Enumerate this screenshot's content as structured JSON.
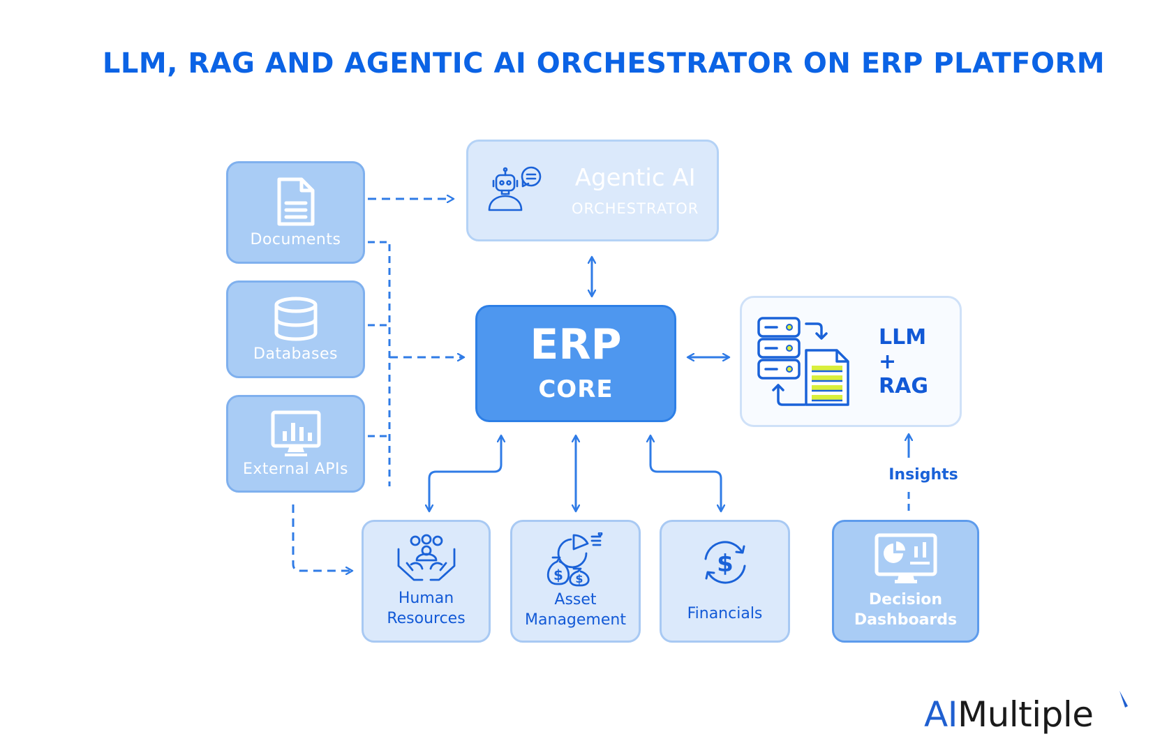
{
  "title": "LLM, RAG AND AGENTIC AI ORCHESTRATOR ON ERP PLATFORM",
  "sources": {
    "documents": "Documents",
    "databases": "Databases",
    "external_apis": "External APIs"
  },
  "orchestrator": {
    "title": "Agentic AI",
    "subtitle": "ORCHESTRATOR"
  },
  "core": {
    "title": "ERP",
    "subtitle": "CORE"
  },
  "llm_rag": {
    "line1": "LLM",
    "line2": "+",
    "line3": "RAG"
  },
  "modules": {
    "hr": {
      "line1": "Human",
      "line2": "Resources"
    },
    "asset": {
      "line1": "Asset",
      "line2": "Management"
    },
    "financials": "Financials"
  },
  "dashboards": {
    "line1": "Decision",
    "line2": "Dashboards"
  },
  "insights": "Insights",
  "logo": {
    "part1": "AI",
    "part2": "Multiple"
  },
  "colors": {
    "primary_blue": "#0b63e5",
    "core_blue": "#4e97ef",
    "source_blue": "#a9ccf5",
    "module_blue": "#dbe9fb",
    "accent_yellow": "#d9ef3c"
  },
  "icons": {
    "documents": "document-icon",
    "databases": "database-icon",
    "external_apis": "monitor-chart-icon",
    "orchestrator": "robot-chat-icon",
    "llm_rag": "server-document-icon",
    "hr": "people-hands-icon",
    "asset": "money-bags-chart-icon",
    "financials": "dollar-cycle-icon",
    "dashboards": "monitor-pie-chart-icon"
  }
}
